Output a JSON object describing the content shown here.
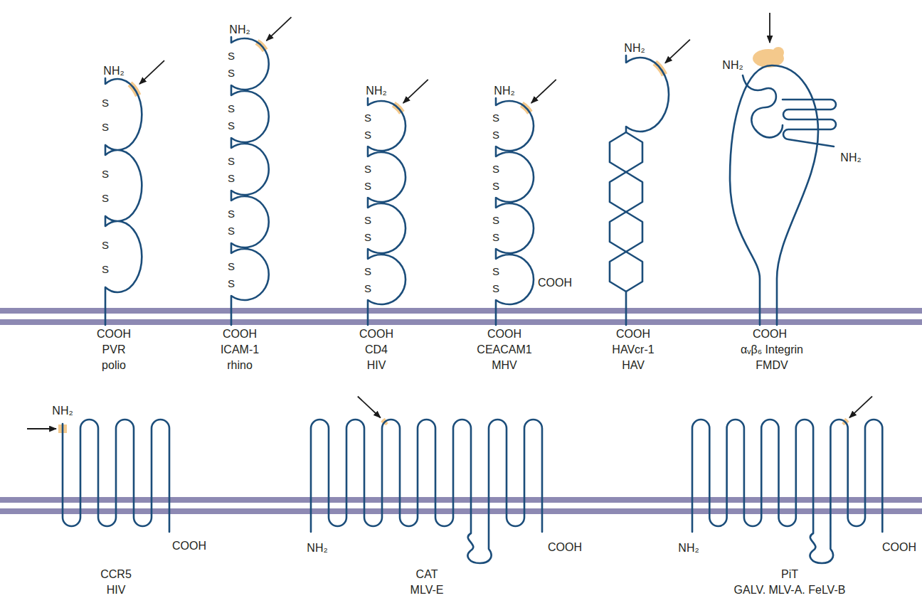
{
  "diagram": {
    "labels": [
      "NH₂",
      "S",
      "S",
      "S",
      "S",
      "S",
      "S",
      "COOH",
      "PVR",
      "polio",
      "NH₂",
      "S",
      "S",
      "S",
      "S",
      "S",
      "S",
      "S",
      "S",
      "S",
      "S",
      "COOH",
      "ICAM-1",
      "rhino",
      "NH₂",
      "S",
      "S",
      "S",
      "S",
      "S",
      "S",
      "S",
      "S",
      "COOH",
      "CD4",
      "HIV",
      "NH₂",
      "S",
      "S",
      "S",
      "S",
      "S",
      "S",
      "S",
      "S",
      "COOH",
      "COOH",
      "CEACAM1",
      "MHV",
      "NH₂",
      "COOH",
      "HAVcr-1",
      "HAV",
      "NH₂",
      "NH₂",
      "COOH",
      "αᵥβ₆ Integrin",
      "FMDV",
      "NH₂",
      "COOH",
      "CCR5",
      "HIV",
      "NH₂",
      "COOH",
      "CAT",
      "MLV-E",
      "NH₂",
      "COOH",
      "PiT",
      "GALV. MLV-A. FeLV-B"
    ]
  }
}
